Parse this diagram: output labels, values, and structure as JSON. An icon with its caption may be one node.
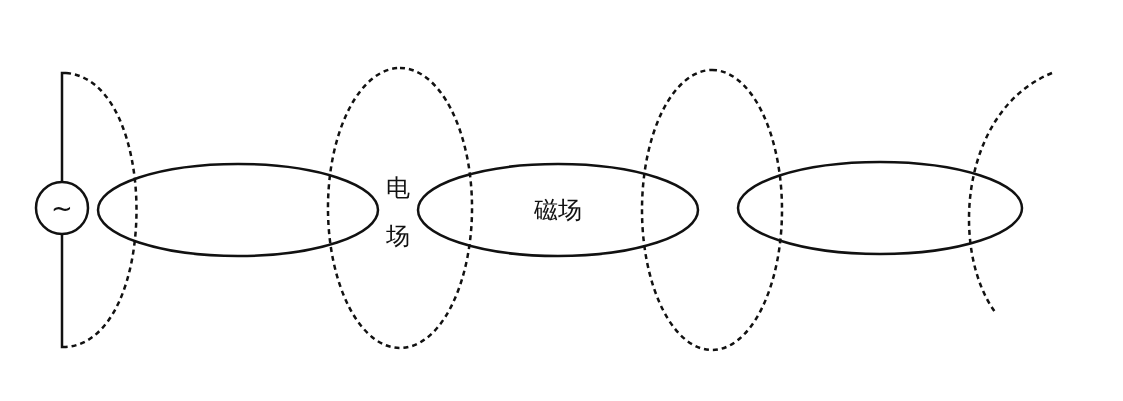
{
  "diagram": {
    "nodes": [
      {
        "text": [
          "~"
        ]
      },
      {
        "text": [],
        "shape": "ellipse"
      },
      {
        "text": [
          "磁场"
        ]
      },
      {
        "text": [],
        "shape": "ellipse"
      }
    ],
    "labels": [
      "电场"
    ]
  }
}
